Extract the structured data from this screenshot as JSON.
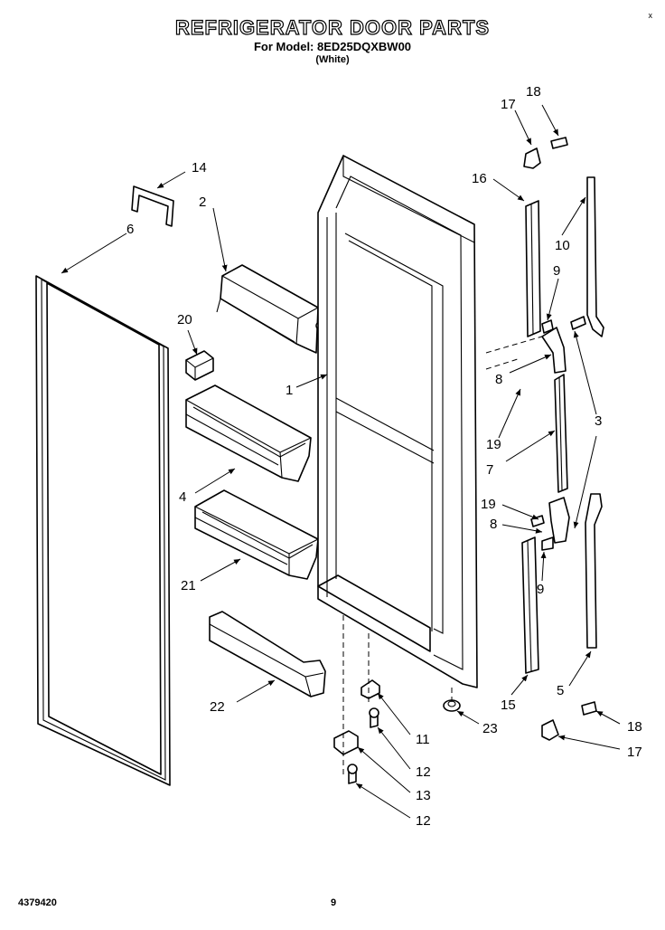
{
  "header": {
    "title": "REFRIGERATOR DOOR PARTS",
    "model_line": "For Model: 8ED25DQXBW00",
    "color_line": "(White)",
    "corner_mark": "x"
  },
  "footer": {
    "doc_number": "4379420",
    "page_number": "9"
  },
  "callouts": {
    "p1": "1",
    "p2": "2",
    "p3": "3",
    "p4": "4",
    "p5": "5",
    "p6": "6",
    "p7": "7",
    "p8a": "8",
    "p8b": "8",
    "p9a": "9",
    "p9b": "9",
    "p10": "10",
    "p11": "11",
    "p12a": "12",
    "p12b": "12",
    "p13": "13",
    "p14": "14",
    "p15": "15",
    "p16": "16",
    "p17a": "17",
    "p17b": "17",
    "p18a": "18",
    "p18b": "18",
    "p19a": "19",
    "p19b": "19",
    "p20": "20",
    "p21": "21",
    "p22": "22",
    "p23": "23"
  }
}
